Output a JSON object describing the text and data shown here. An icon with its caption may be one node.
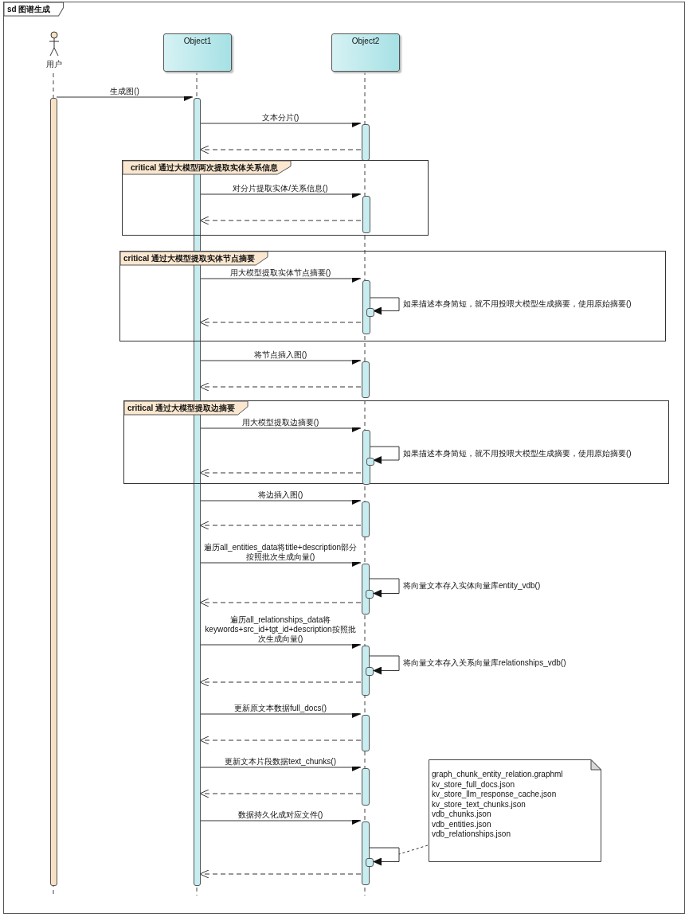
{
  "diagram": {
    "nodes": [
      {
        "text": [
          "sd 图谱生成"
        ]
      },
      {
        "text": [
          "用户"
        ],
        "in": 0
      },
      {
        "text": [
          "Object1"
        ],
        "in": 0
      },
      {
        "text": [
          "Object2"
        ],
        "in": 0
      },
      {
        "text": [],
        "shape": "bar",
        "in": 0
      },
      {
        "text": [],
        "shape": "bar",
        "in": 0
      },
      {
        "text": [],
        "shape": "bar",
        "in": 0
      },
      {
        "text": [
          "critical 通过大模型两次提取实体关系信息"
        ],
        "in": 0
      },
      {
        "text": [],
        "shape": "bar",
        "in": 7
      },
      {
        "text": [
          "critical 通过大模型提取实体节点摘要"
        ],
        "in": 0
      },
      {
        "text": [],
        "shape": "bar",
        "in": 9
      },
      {
        "text": [],
        "shape": "bar",
        "in": 9
      },
      {
        "text": [],
        "shape": "bar",
        "in": 0
      },
      {
        "text": [
          "critical 通过大模型提取边摘要"
        ],
        "in": 0
      },
      {
        "text": [],
        "shape": "bar",
        "in": 13
      },
      {
        "text": [],
        "shape": "bar",
        "in": 13
      },
      {
        "text": [],
        "shape": "bar",
        "in": 0
      },
      {
        "text": [],
        "shape": "bar",
        "in": 0
      },
      {
        "text": [],
        "shape": "bar",
        "in": 0
      },
      {
        "text": [],
        "shape": "bar",
        "in": 0
      },
      {
        "text": [],
        "shape": "bar",
        "in": 0
      },
      {
        "text": [],
        "shape": "bar",
        "in": 0
      },
      {
        "text": [],
        "shape": "bar",
        "in": 0
      },
      {
        "text": [],
        "shape": "bar",
        "in": 0
      },
      {
        "text": [],
        "shape": "bar",
        "in": 0
      },
      {
        "text": [
          "graph_chunk_entity_relation.graphml",
          "kv_store_full_docs.json",
          "kv_store_llm_response_cache.json",
          "kv_store_text_chunks.json",
          "vdb_chunks.json",
          "vdb_entities.json",
          "vdb_relationships.json"
        ],
        "in": 0
      }
    ],
    "edges": [
      {
        "from": 4,
        "to": 5,
        "arrow": "to",
        "label": "生成图()"
      },
      {
        "from": 5,
        "to": 6,
        "arrow": "to",
        "label": "文本分片()"
      },
      {
        "from": 6,
        "to": 5,
        "arrow": "to",
        "style": "dashed"
      },
      {
        "from": 5,
        "to": 8,
        "arrow": "to",
        "label": "对分片提取实体/关系信息()"
      },
      {
        "from": 8,
        "to": 5,
        "arrow": "to",
        "style": "dashed"
      },
      {
        "from": 5,
        "to": 10,
        "arrow": "to",
        "label": "用大模型提取实体节点摘要()"
      },
      {
        "from": 10,
        "to": 11,
        "arrow": "to",
        "label": "如果描述本身简短，就不用投喂大模型生成摘要，使用原始摘要()"
      },
      {
        "from": 10,
        "to": 5,
        "arrow": "to",
        "style": "dashed"
      },
      {
        "from": 5,
        "to": 12,
        "arrow": "to",
        "label": "将节点插入图()"
      },
      {
        "from": 12,
        "to": 5,
        "arrow": "to",
        "style": "dashed"
      },
      {
        "from": 5,
        "to": 14,
        "arrow": "to",
        "label": "用大模型提取边摘要()"
      },
      {
        "from": 14,
        "to": 15,
        "arrow": "to",
        "label": "如果描述本身简短，就不用投喂大模型生成摘要，使用原始摘要()"
      },
      {
        "from": 14,
        "to": 5,
        "arrow": "to",
        "style": "dashed"
      },
      {
        "from": 5,
        "to": 16,
        "arrow": "to",
        "label": "将边插入图()"
      },
      {
        "from": 16,
        "to": 5,
        "arrow": "to",
        "style": "dashed"
      },
      {
        "from": 5,
        "to": 17,
        "arrow": "to",
        "label": "遍历all_entities_data将title+description部分按照批次生成向量()"
      },
      {
        "from": 17,
        "to": 18,
        "arrow": "to",
        "label": "将向量文本存入实体向量库entity_vdb()"
      },
      {
        "from": 17,
        "to": 5,
        "arrow": "to",
        "style": "dashed"
      },
      {
        "from": 5,
        "to": 19,
        "arrow": "to",
        "label": "遍历all_relationships_data将keywords+src_id+tgt_id+description按照批次生成向量()"
      },
      {
        "from": 19,
        "to": 20,
        "arrow": "to",
        "label": "将向量文本存入关系向量库relationships_vdb()"
      },
      {
        "from": 19,
        "to": 5,
        "arrow": "to",
        "style": "dashed"
      },
      {
        "from": 5,
        "to": 21,
        "arrow": "to",
        "label": "更新原文本数据full_docs()"
      },
      {
        "from": 21,
        "to": 5,
        "arrow": "to",
        "style": "dashed"
      },
      {
        "from": 5,
        "to": 22,
        "arrow": "to",
        "label": "更新文本片段数据text_chunks()"
      },
      {
        "from": 22,
        "to": 5,
        "arrow": "to",
        "style": "dashed"
      },
      {
        "from": 5,
        "to": 23,
        "arrow": "to",
        "label": "数据持久化成对应文件()"
      },
      {
        "from": 23,
        "to": 24,
        "arrow": "to"
      },
      {
        "from": 23,
        "to": 5,
        "arrow": "to",
        "style": "dashed"
      },
      {
        "from": 25,
        "to": null,
        "arrow": "none",
        "style": "dashed"
      }
    ]
  }
}
